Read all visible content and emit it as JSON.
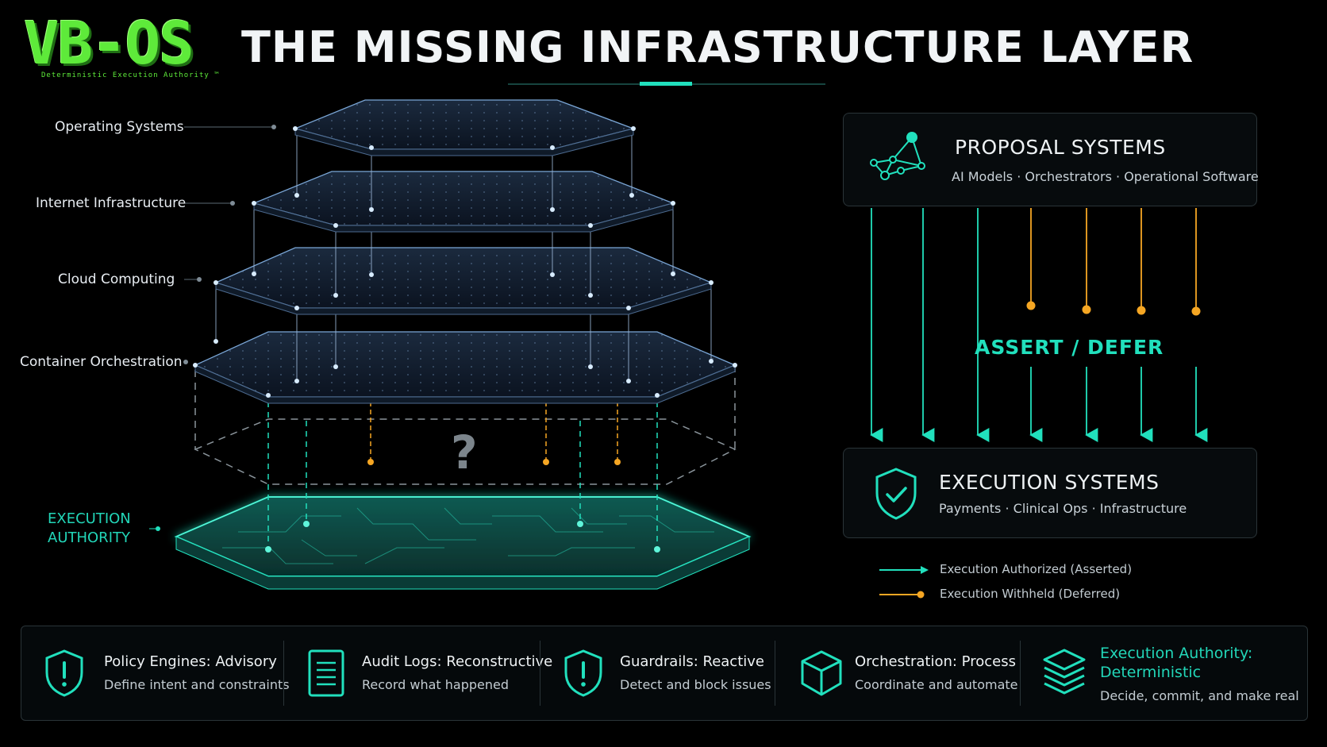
{
  "logo": {
    "text": "VB-OS",
    "tagline": "Deterministic Execution Authority ™"
  },
  "title": "THE MISSING INFRASTRUCTURE LAYER",
  "stack": {
    "layers": [
      "Operating Systems",
      "Internet Infrastructure",
      "Cloud Computing",
      "Container Orchestration"
    ],
    "missing_mark": "?",
    "execution_authority": [
      "EXECUTION",
      "AUTHORITY"
    ]
  },
  "proposal": {
    "title": "PROPOSAL SYSTEMS",
    "subtitle": "AI Models · Orchestrators · Operational Software"
  },
  "gate": {
    "label": "ASSERT / DEFER"
  },
  "execution": {
    "title": "EXECUTION SYSTEMS",
    "subtitle": "Payments · Clinical Ops · Infrastructure"
  },
  "legend": {
    "asserted": "Execution Authorized (Asserted)",
    "deferred": "Execution Withheld (Deferred)"
  },
  "colors": {
    "accent": "#21e0bd",
    "deferred": "#f5a623",
    "logo": "#5eea3a",
    "layer_edge": "#7aa6d6"
  },
  "features": [
    {
      "icon": "shield-alert-icon",
      "title": "Policy Engines: Advisory",
      "subtitle": "Define intent and constraints"
    },
    {
      "icon": "document-icon",
      "title": "Audit Logs: Reconstructive",
      "subtitle": "Record what happened"
    },
    {
      "icon": "shield-alert-icon",
      "title": "Guardrails: Reactive",
      "subtitle": "Detect and block issues"
    },
    {
      "icon": "cube-icon",
      "title": "Orchestration: Process",
      "subtitle": "Coordinate and automate"
    },
    {
      "icon": "layers-icon",
      "title": "Execution Authority: Deterministic",
      "title_lines": [
        "Execution Authority:",
        "Deterministic"
      ],
      "subtitle": "Decide, commit, and make real"
    }
  ]
}
